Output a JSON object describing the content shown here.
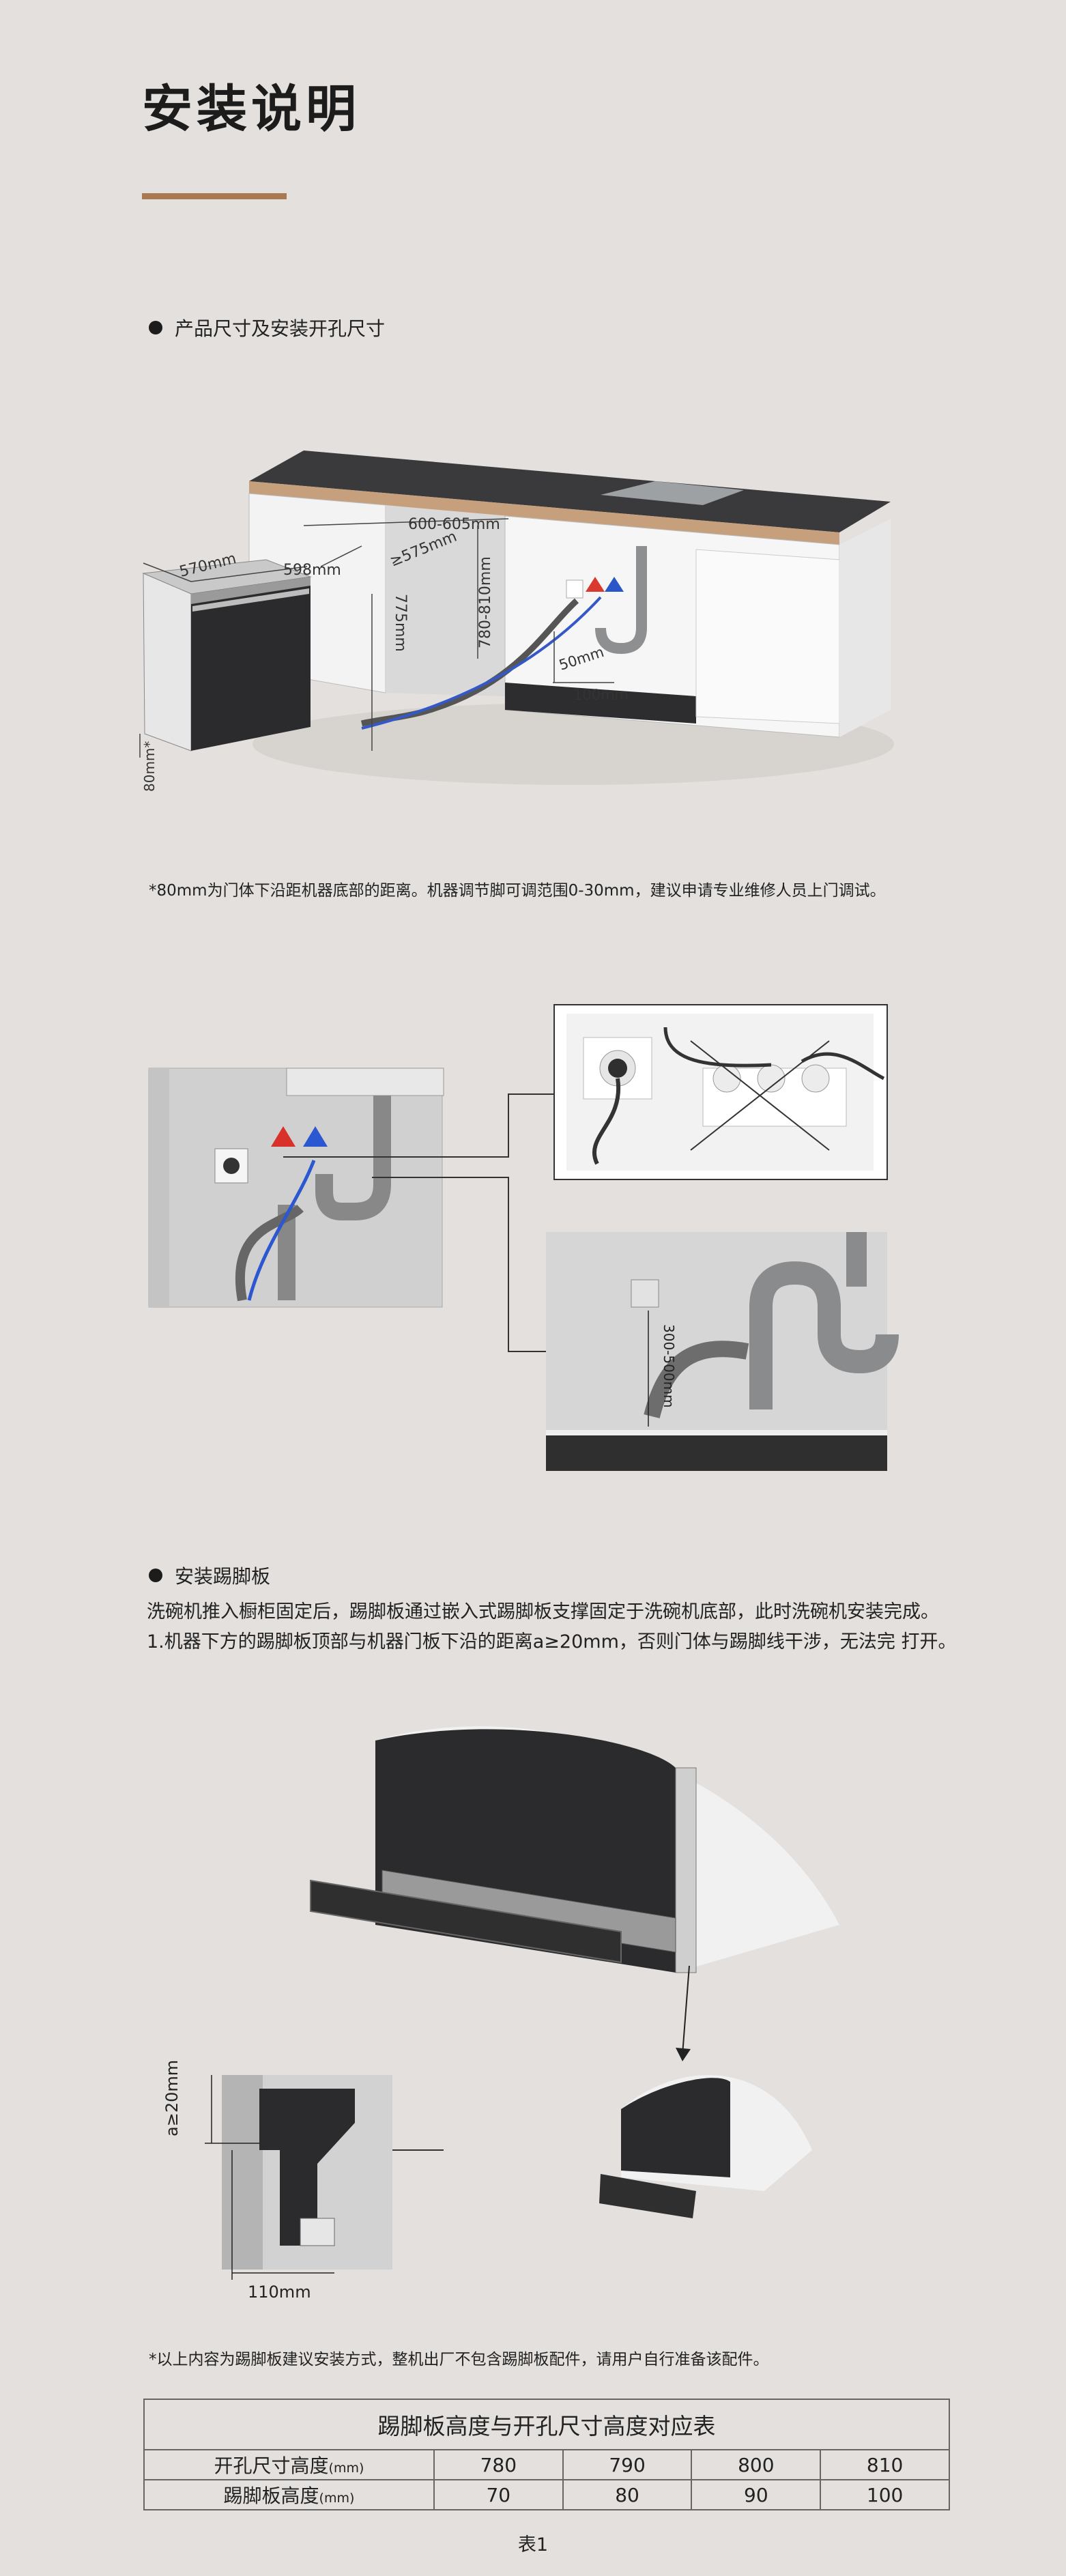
{
  "title": "安装说明",
  "accent_color": "#a97a52",
  "section1": {
    "heading": "产品尺寸及安装开孔尺寸",
    "dims": {
      "depth": "570mm",
      "width": "598mm",
      "toe": "80mm*",
      "height": "775mm",
      "cab_width": "600-605mm",
      "cab_depth": "≥575mm",
      "cab_height": "780-810mm",
      "d50": "50mm",
      "d100": "100mm"
    },
    "note": "*80mm为门体下沿距机器底部的距离。机器调节脚可调范围0-30mm，建议申请专业维修人员上门调试。"
  },
  "section2": {
    "drain_height": "300-500mm"
  },
  "section3": {
    "heading": "安装踢脚板",
    "line1": "洗碗机推入橱柜固定后，踢脚板通过嵌入式踢脚板支撑固定于洗碗机底部，此时洗碗机安装完成。",
    "line2": "1.机器下方的踢脚板顶部与机器门板下沿的距离a≥20mm，否则门体与踢脚线干涉，无法完 打开。",
    "dim_a": "a≥20mm",
    "dim_110": "110mm",
    "note": "*以上内容为踢脚板建议安装方式，整机出厂不包含踢脚板配件，请用户自行准备该配件。"
  },
  "table": {
    "caption": "踢脚板高度与开孔尺寸高度对应表",
    "row1_label": "开孔尺寸高度",
    "row2_label": "踢脚板高度",
    "unit": "(mm)",
    "row1": [
      "780",
      "790",
      "800",
      "810"
    ],
    "row2": [
      "70",
      "80",
      "90",
      "100"
    ],
    "table_label": "表1"
  }
}
